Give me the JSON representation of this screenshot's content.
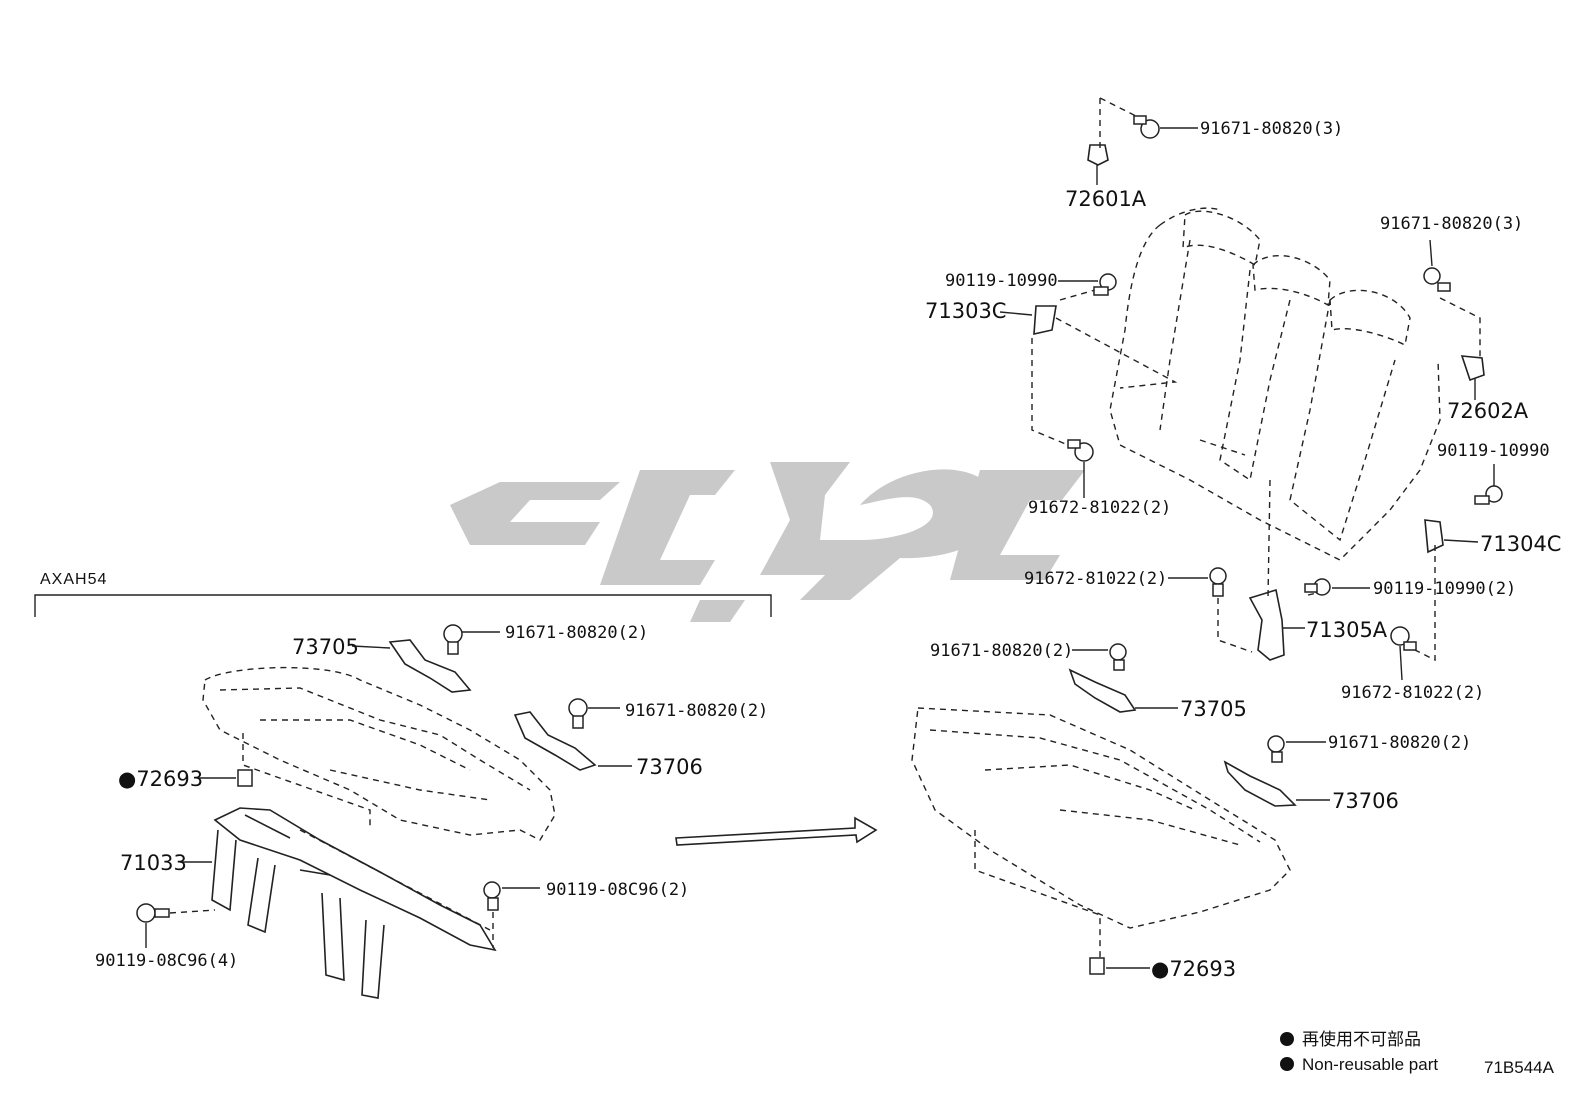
{
  "model_code": "AXAH54",
  "diagram_code": "71B544A",
  "labels": {
    "p91671_top": "91671-80820(3)",
    "p72601A": "72601A",
    "p91671_right": "91671-80820(3)",
    "p90119_left": "90119-10990",
    "p71303C": "71303C",
    "p72602A": "72602A",
    "p90119_right": "90119-10990",
    "p91672_back": "91672-81022(2)",
    "p71304C": "71304C",
    "p91672_mid": "91672-81022(2)",
    "p90119_mid": "90119-10990(2)",
    "p71305A": "71305A",
    "p91672_low": "91672-81022(2)",
    "p91671_seat_r": "91671-80820(2)",
    "p73705_r": "73705",
    "p91671_seat_r2": "91671-80820(2)",
    "p73706_r": "73706",
    "p72693_r": "●72693",
    "p73705_l": "73705",
    "p91671_seat_l": "91671-80820(2)",
    "p91671_seat_l2": "91671-80820(2)",
    "p73706_l": "73706",
    "p72693_l": "●72693",
    "p71033": "71033",
    "p90119_08c_r": "90119-08C96(2)",
    "p90119_08c_l": "90119-08C96(4)"
  },
  "legend": {
    "item1": "再使用不可部品",
    "item2": "Non-reusable part"
  },
  "watermark": "ﻛﻮﭘﺎﺭﺕ"
}
